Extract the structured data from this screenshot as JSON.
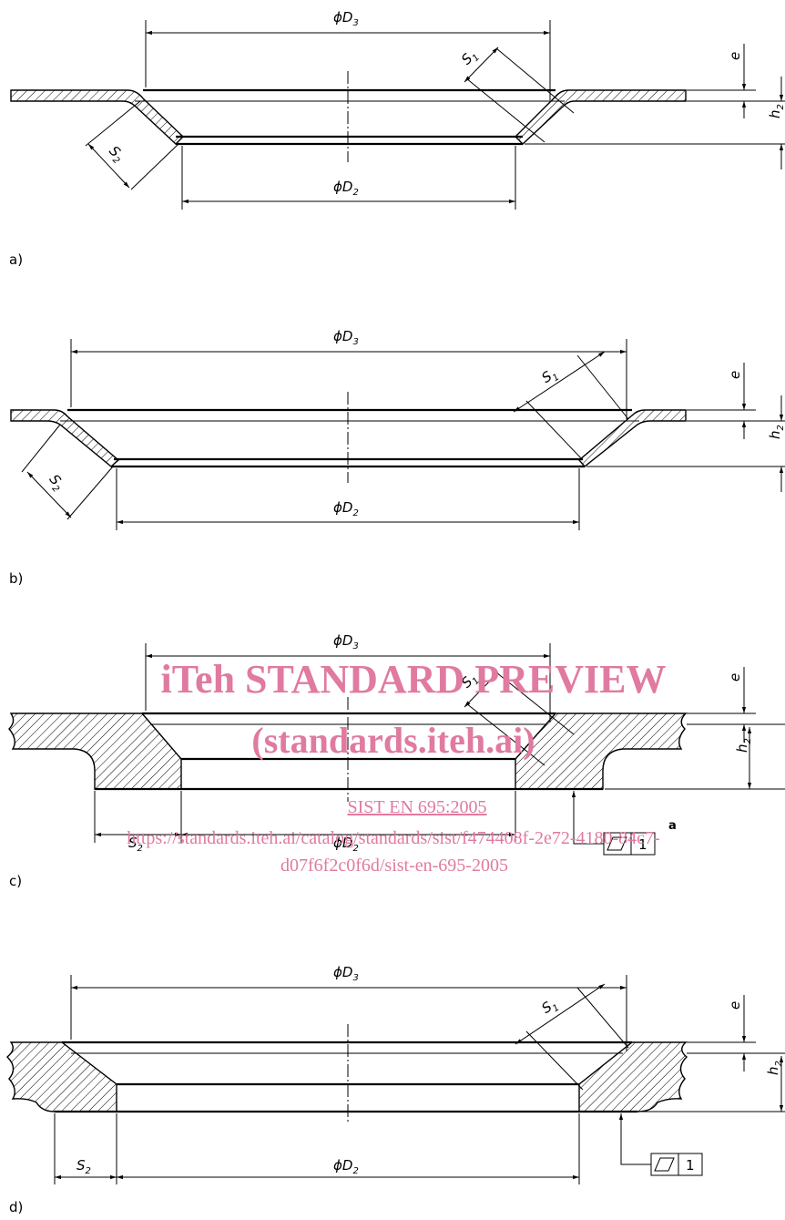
{
  "figures": {
    "a": {
      "label": "a)",
      "dims": {
        "D3": "ϕD",
        "D3_sub": "3",
        "D2": "ϕD",
        "D2_sub": "2",
        "S1": "S",
        "S1_sub": "1",
        "S2": "S",
        "S2_sub": "2",
        "e": "e",
        "h2": "h",
        "h2_sub": "2"
      }
    },
    "b": {
      "label": "b)",
      "dims": {
        "D3": "ϕD",
        "D3_sub": "3",
        "D2": "ϕD",
        "D2_sub": "2",
        "S1": "S",
        "S1_sub": "1",
        "S2": "S",
        "S2_sub": "2",
        "e": "e",
        "h2": "h",
        "h2_sub": "2"
      }
    },
    "c": {
      "label": "c)",
      "dims": {
        "D3": "ϕD",
        "D3_sub": "3",
        "D2": "ϕD",
        "D2_sub": "2",
        "S1": "S",
        "S1_sub": "1",
        "S2": "S",
        "S2_sub": "2",
        "e": "e",
        "h2": "h",
        "h2_sub": "2"
      },
      "tolerance": {
        "symbol": "flatness",
        "value": "1",
        "note": "a"
      }
    },
    "d": {
      "label": "d)",
      "dims": {
        "D3": "ϕD",
        "D3_sub": "3",
        "D2": "ϕD",
        "D2_sub": "2",
        "S1": "S",
        "S1_sub": "1",
        "S2": "S",
        "S2_sub": "2",
        "e": "e",
        "h2": "h",
        "h2_sub": "2"
      },
      "tolerance": {
        "symbol": "flatness",
        "value": "1"
      }
    }
  },
  "watermark": {
    "line1": "iTeh STANDARD PREVIEW",
    "line2": "(standards.iteh.ai)",
    "line3": "SIST EN 695:2005",
    "line4": "https://standards.iteh.ai/catalog/standards/sist/f474408f-2e72-4180-84c7-",
    "line5": "d07f6f2c0f6d/sist-en-695-2005"
  }
}
